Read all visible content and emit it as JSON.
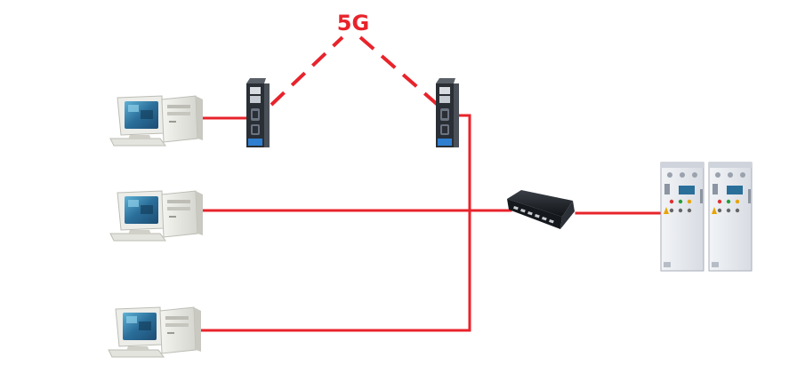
{
  "wireless_label": "5G",
  "colors": {
    "link": "#e8232b",
    "wireless_text": "#e8232b",
    "device_dark": "#2a2e35",
    "port_blue": "#2f7fd0",
    "cabinet": "#e6e9ee",
    "screen": "#2a6e9a"
  },
  "nodes": [
    {
      "id": "pc-1",
      "type": "computer"
    },
    {
      "id": "pc-2",
      "type": "computer"
    },
    {
      "id": "pc-3",
      "type": "computer"
    },
    {
      "id": "router-1",
      "type": "5g-router"
    },
    {
      "id": "router-2",
      "type": "5g-router"
    },
    {
      "id": "switch",
      "type": "ethernet-switch"
    },
    {
      "id": "cabinet-1",
      "type": "control-cabinet"
    },
    {
      "id": "cabinet-2",
      "type": "control-cabinet"
    }
  ],
  "links": [
    {
      "from": "pc-1",
      "to": "router-1",
      "kind": "wired"
    },
    {
      "from": "router-1",
      "to": "router-2",
      "kind": "wireless"
    },
    {
      "from": "router-2",
      "to": "pc-3",
      "kind": "wired"
    },
    {
      "from": "pc-2",
      "to": "switch",
      "kind": "wired"
    },
    {
      "from": "switch",
      "to": "cabinet-1",
      "kind": "wired"
    }
  ]
}
